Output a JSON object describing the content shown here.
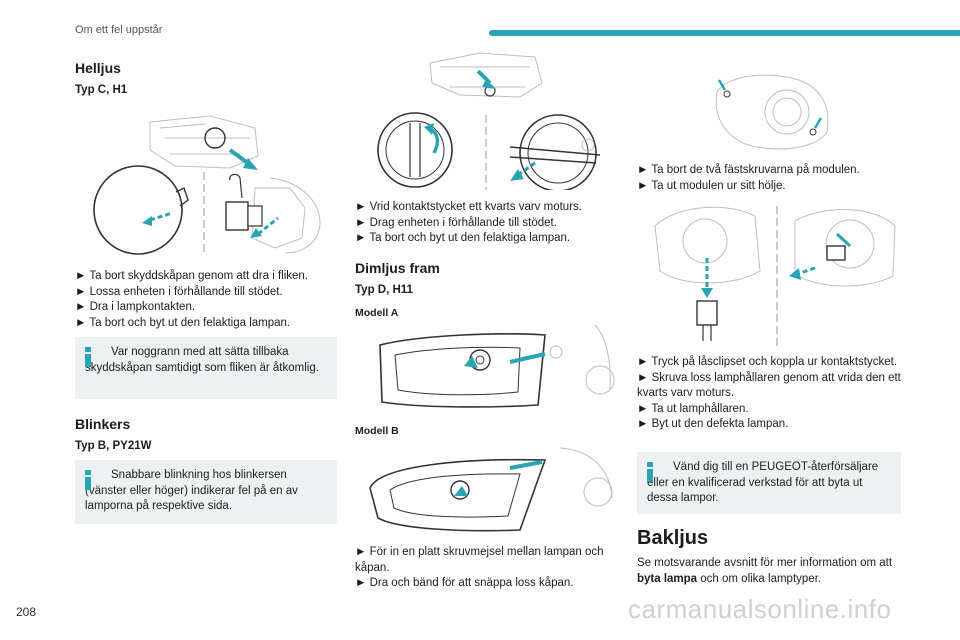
{
  "header": {
    "section": "Om ett fel uppstår",
    "accent": "#2aa3b5"
  },
  "page_number": "208",
  "watermark": "carmanualsonline.info",
  "col1": {
    "heading": "Helljus",
    "sub": "Typ C, H1",
    "steps": [
      "► Ta bort skyddskåpan genom att dra i fliken.",
      "► Lossa enheten i förhållande till stödet.",
      "► Dra i lampkontakten.",
      "► Ta bort och byt ut den felaktiga lampan."
    ],
    "info": "Var noggrann med att sätta tillbaka skyddskåpan samtidigt som fliken är åtkomlig.",
    "heading2": "Blinkers",
    "sub2": "Typ B, PY21W",
    "info2": "Snabbare blinkning hos blinkersen (vänster eller höger) indikerar fel på en av lamporna på respektive sida."
  },
  "col2": {
    "steps": [
      "► Vrid kontaktstycket ett kvarts varv moturs.",
      "► Drag enheten i förhållande till stödet.",
      "► Ta bort och byt ut den felaktiga lampan."
    ],
    "heading": "Dimljus fram",
    "sub": "Typ D, H11",
    "model_a": "Modell A",
    "model_b": "Modell B",
    "steps2": [
      "► För in en platt skruvmejsel mellan lampan och kåpan.",
      "► Dra och bänd för att snäppa loss kåpan."
    ]
  },
  "col3": {
    "steps": [
      "► Ta bort de två fästskruvarna på modulen.",
      "► Ta ut modulen ur sitt hölje."
    ],
    "steps2": [
      "► Tryck på låsclipset och koppla ur kontaktstycket.",
      "► Skruva loss lamphållaren genom att vrida den ett kvarts varv moturs.",
      "► Ta ut lamphållaren.",
      "► Byt ut den defekta lampan."
    ],
    "info": "Vänd dig till en PEUGEOT-återförsäljare eller en kvalificerad verkstad för att byta ut dessa lampor.",
    "heading": "Bakljus",
    "para_a": "Se motsvarande avsnitt för mer information om att ",
    "para_bold": "byta lampa",
    "para_b": " och om olika lamptyper."
  }
}
